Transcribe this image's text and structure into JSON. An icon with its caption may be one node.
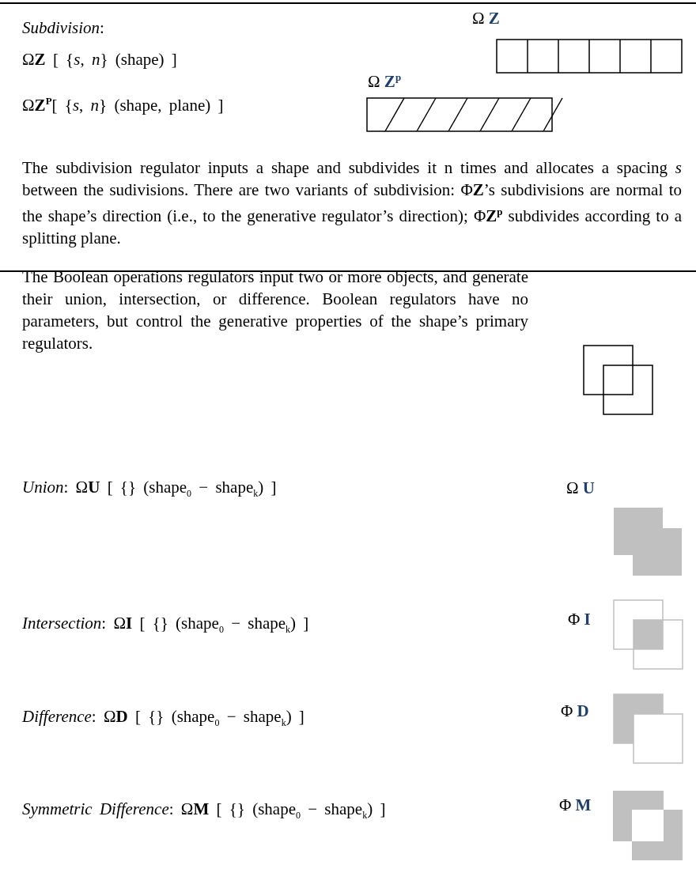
{
  "diagram": {
    "labels": [
      "*Subdivision*:",
      "Ω **Z**",
      "Ω**Z** [ {*s*, *n*} (shape) ]",
      "Ω **Z**$^{p}$",
      "Ω**Z**$^{P}$[ {*s*, *n*} (shape, plane) ]",
      "The subdivision regulator inputs a shape and subdivides it n times and allocates a spacing *s* between the sudivisions. There are two variants of subdivision: Φ**Z**’s subdivisions are normal to the shape’s direction (i.e., to the generative regulator’s direction); Φ**Z**$^{p}$ subdivides according to a splitting plane.",
      "The Boolean operations regulators input two or more objects, and generate their union, intersection, or difference. Boolean regulators have no parameters, but control the generative properties of the shape’s primary regulators.",
      "*Union*: Ω**U** [ {} (shape$_{0}$ − shape$_{k}$) ]",
      "Ω **U**",
      "*Intersection*: Ω**I** [ {} (shape$_{0}$ − shape$_{k}$) ]",
      "Φ **I**",
      "*Difference*: Ω**D** [ {} (shape$_{0}$ − shape$_{k}$) ]",
      "Φ **D**",
      "*Symmetric Difference*: Ω**M** [ {} (shape$_{0}$ − shape$_{k}$) ]",
      "Φ **M**"
    ]
  }
}
